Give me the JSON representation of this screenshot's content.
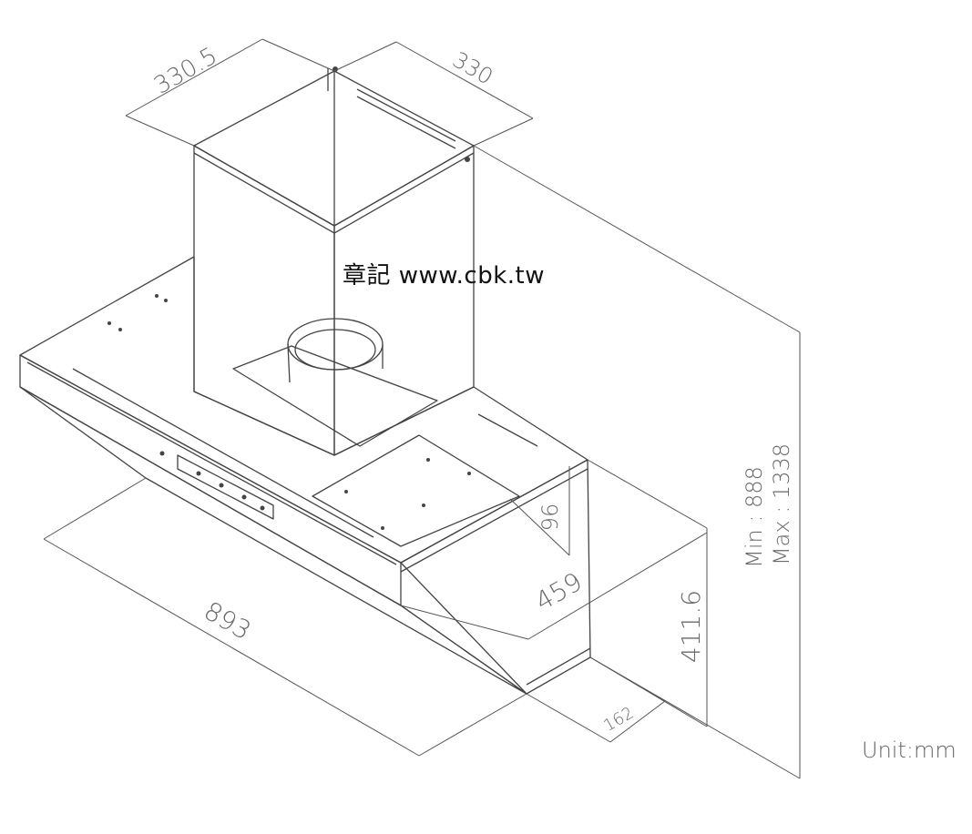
{
  "watermark": "章記 www.cbk.tw",
  "unit_label": "Unit:mm",
  "dimensions": {
    "chimney_width": "330.5",
    "chimney_depth": "330",
    "hood_width": "893",
    "hood_depth": "459",
    "front_height": "96",
    "body_height": "411.6",
    "bottom_depth": "162",
    "height_min": "Min : 888",
    "height_max": "Max : 1338"
  },
  "colors": {
    "line": "#444444",
    "dim_line": "#555555",
    "text": "#6a6a6a"
  }
}
